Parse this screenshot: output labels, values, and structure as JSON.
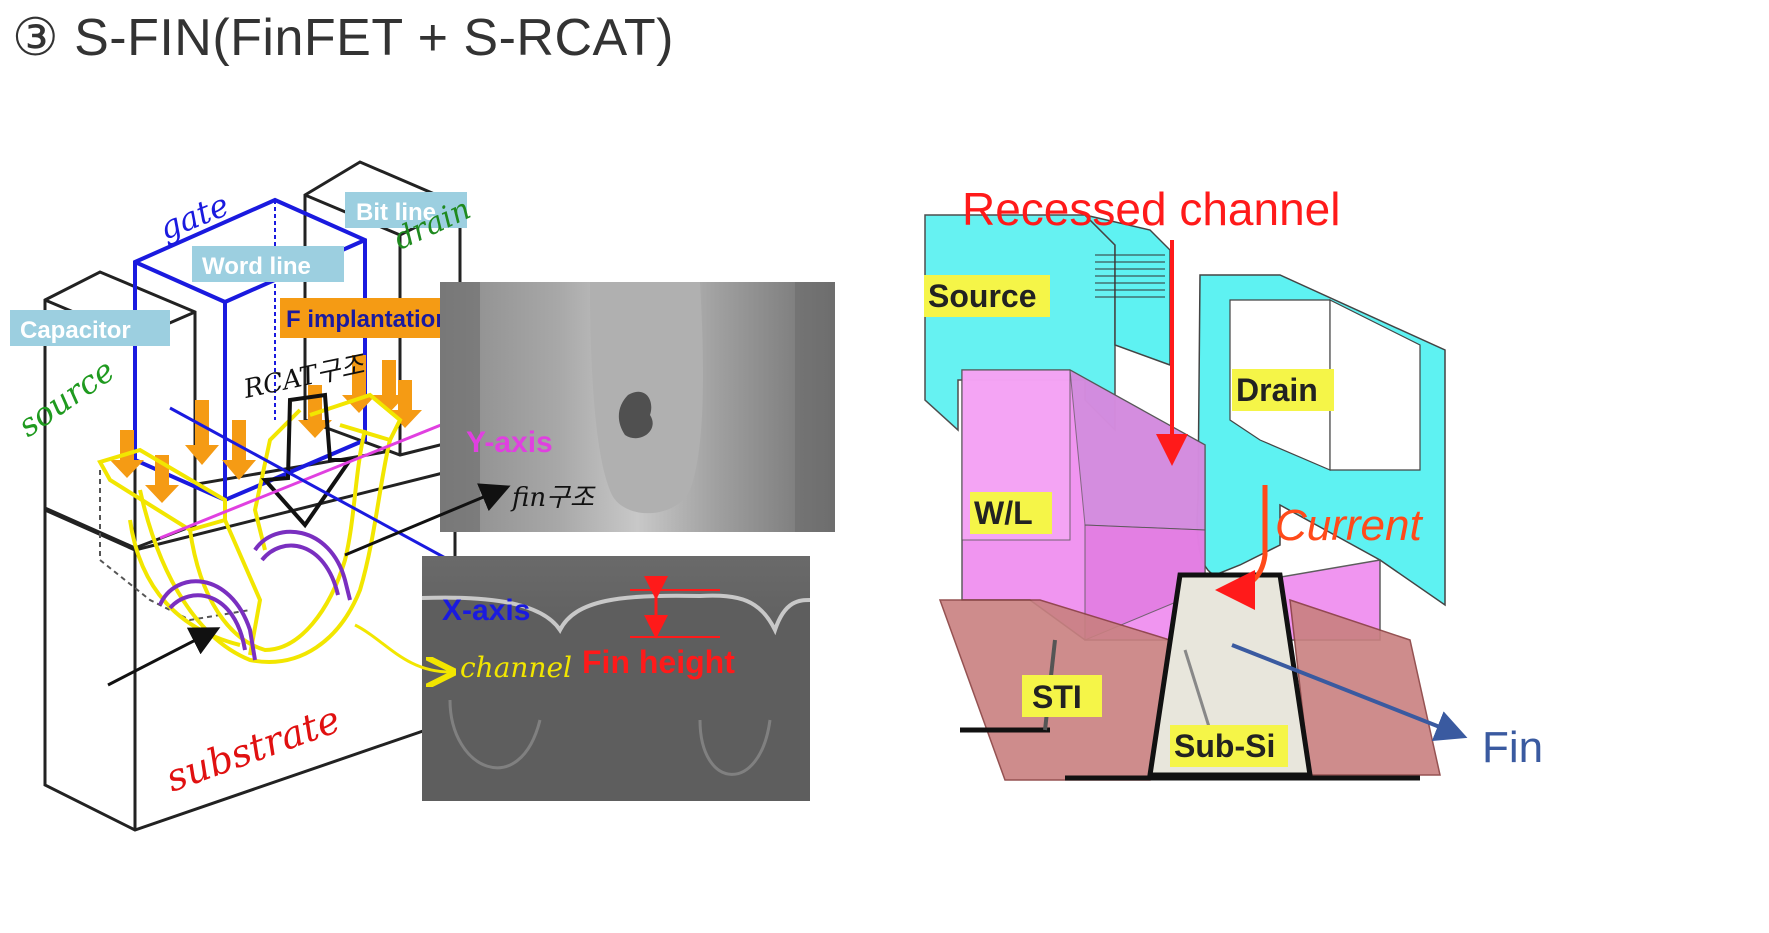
{
  "title": "③ S-FIN(FinFET + S-RCAT)",
  "left": {
    "labels": {
      "bit_line": "Bit line",
      "word_line": "Word line",
      "capacitor": "Capacitor",
      "f_implantation": "F implantation",
      "y_axis": "Y-axis",
      "x_axis": "X-axis",
      "fin_height": "Fin height"
    },
    "annotations": {
      "gate": "gate",
      "drain": "drain",
      "source": "source",
      "rcat": "RCAT구조",
      "fin": "fin구조",
      "channel": "channel",
      "substrate": "substrate"
    }
  },
  "right": {
    "labels": {
      "recessed_channel": "Recessed channel",
      "source": "Source",
      "drain": "Drain",
      "wl": "W/L",
      "current": "Current",
      "sti": "STI",
      "subsi": "Sub-Si",
      "fin": "Fin"
    }
  },
  "colors": {
    "gate_outline": "#1a1adf",
    "drain_green": "#1f8a1f",
    "source_green": "#1f9a1f",
    "substrate_red": "#e01010",
    "channel_yellow": "#f2e600",
    "fin_purple": "#7a2fc0",
    "implant_orange": "#f59b14",
    "label_box_blue": "#9ccfe0",
    "cyan": "#5ef2f2",
    "magenta": "#f090f0",
    "sti_red": "#c98080",
    "recessed_red": "#ff1a1a",
    "fin_arrow_blue": "#3a5aa0"
  }
}
